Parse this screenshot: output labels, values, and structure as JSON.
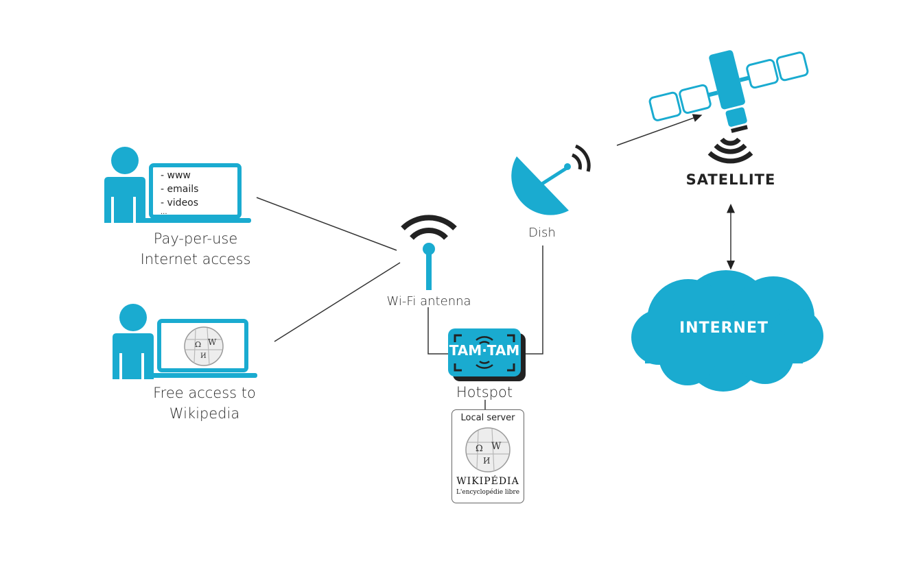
{
  "colors": {
    "accent": "#1aabd0",
    "dark": "#222222",
    "line": "#333333"
  },
  "users": [
    {
      "label_line1": "Pay-per-use",
      "label_line2": "Internet access",
      "screen_items": [
        "- www",
        "- emails",
        "- videos",
        "..."
      ]
    },
    {
      "label_line1": "Free access to",
      "label_line2": "Wikipedia"
    }
  ],
  "antenna": {
    "label": "Wi-Fi antenna"
  },
  "dish": {
    "label": "Dish"
  },
  "hotspot": {
    "brand": "TAM·TAM",
    "label": "Hotspot"
  },
  "local_server": {
    "title": "Local server",
    "wordmark": "WIKIPÉDIA",
    "tagline": "L'encyclopédie libre"
  },
  "satellite": {
    "label": "SATELLITE"
  },
  "internet": {
    "label": "INTERNET"
  },
  "icons": [
    "user-icon",
    "laptop-icon",
    "wikipedia-globe-icon",
    "wifi-antenna-icon",
    "dish-icon",
    "satellite-icon",
    "cloud-icon"
  ]
}
